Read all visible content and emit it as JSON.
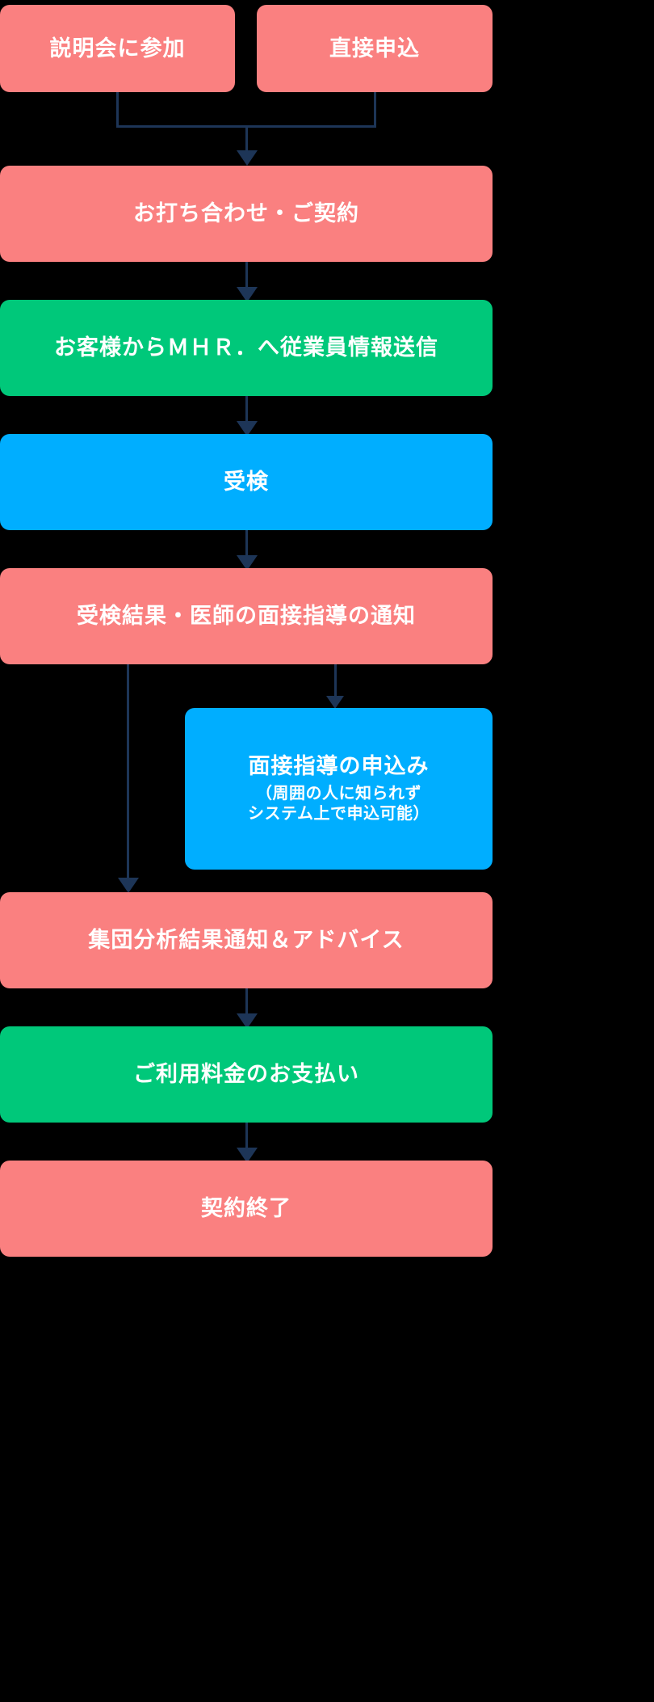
{
  "diagram": {
    "title_text": "",
    "background_color": "#000000",
    "connector_color": "#1d3557",
    "colors": {
      "pink": "#FA8080",
      "green": "#00C87A",
      "blue": "#00AEFF"
    },
    "nodes": [
      {
        "id": "briefing",
        "label": "説明会に参加",
        "sublabel": "",
        "color": "#FA8080"
      },
      {
        "id": "direct-apply",
        "label": "直接申込",
        "sublabel": "",
        "color": "#FA8080"
      },
      {
        "id": "meeting",
        "label": "お打ち合わせ・ご契約",
        "sublabel": "",
        "color": "#FA8080"
      },
      {
        "id": "send-info",
        "label": "お客様からＭＨＲ．へ従業員情報送信",
        "sublabel": "",
        "color": "#00C87A"
      },
      {
        "id": "exam",
        "label": "受検",
        "sublabel": "",
        "color": "#00AEFF"
      },
      {
        "id": "result-notice",
        "label": "受検結果・医師の面接指導の通知",
        "sublabel": "",
        "color": "#FA8080"
      },
      {
        "id": "interview-app",
        "label": "面接指導の申込み",
        "sublabel_line1": "（周囲の人に知られず",
        "sublabel_line2": "システム上で申込可能）",
        "color": "#00AEFF"
      },
      {
        "id": "group-analysis",
        "label": "集団分析結果通知＆アドバイス",
        "sublabel": "",
        "color": "#FA8080"
      },
      {
        "id": "payment",
        "label": "ご利用料金のお支払い",
        "sublabel": "",
        "color": "#00C87A"
      },
      {
        "id": "contract-end",
        "label": "契約終了",
        "sublabel": "",
        "color": "#FA8080"
      }
    ]
  }
}
